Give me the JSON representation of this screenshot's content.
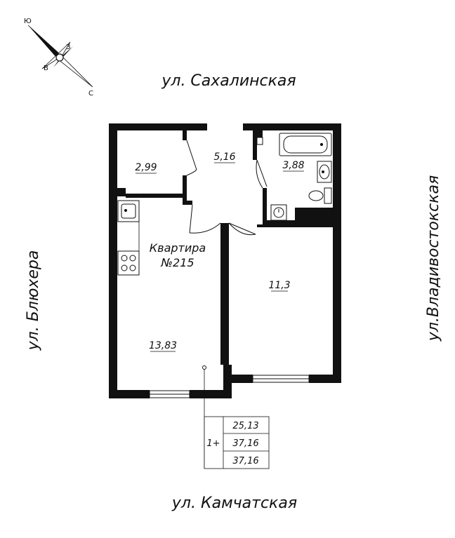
{
  "streets": {
    "top": "ул. Сахалинская",
    "bottom": "ул. Камчатская",
    "left": "ул. Блюхера",
    "right": "ул.Владивостокская"
  },
  "compass": {
    "north": "С",
    "south": "Ю",
    "east": "В",
    "west": "З"
  },
  "apartment": {
    "label": "Квартира",
    "number": "№215"
  },
  "rooms": {
    "storage": "2,99",
    "hall": "5,16",
    "bathroom": "3,88",
    "kitchen_living": "13,83",
    "bedroom": "11,3"
  },
  "summary": {
    "type": "1+",
    "living_area": "25,13",
    "total_area": "37,16",
    "total_area_2": "37,16"
  }
}
